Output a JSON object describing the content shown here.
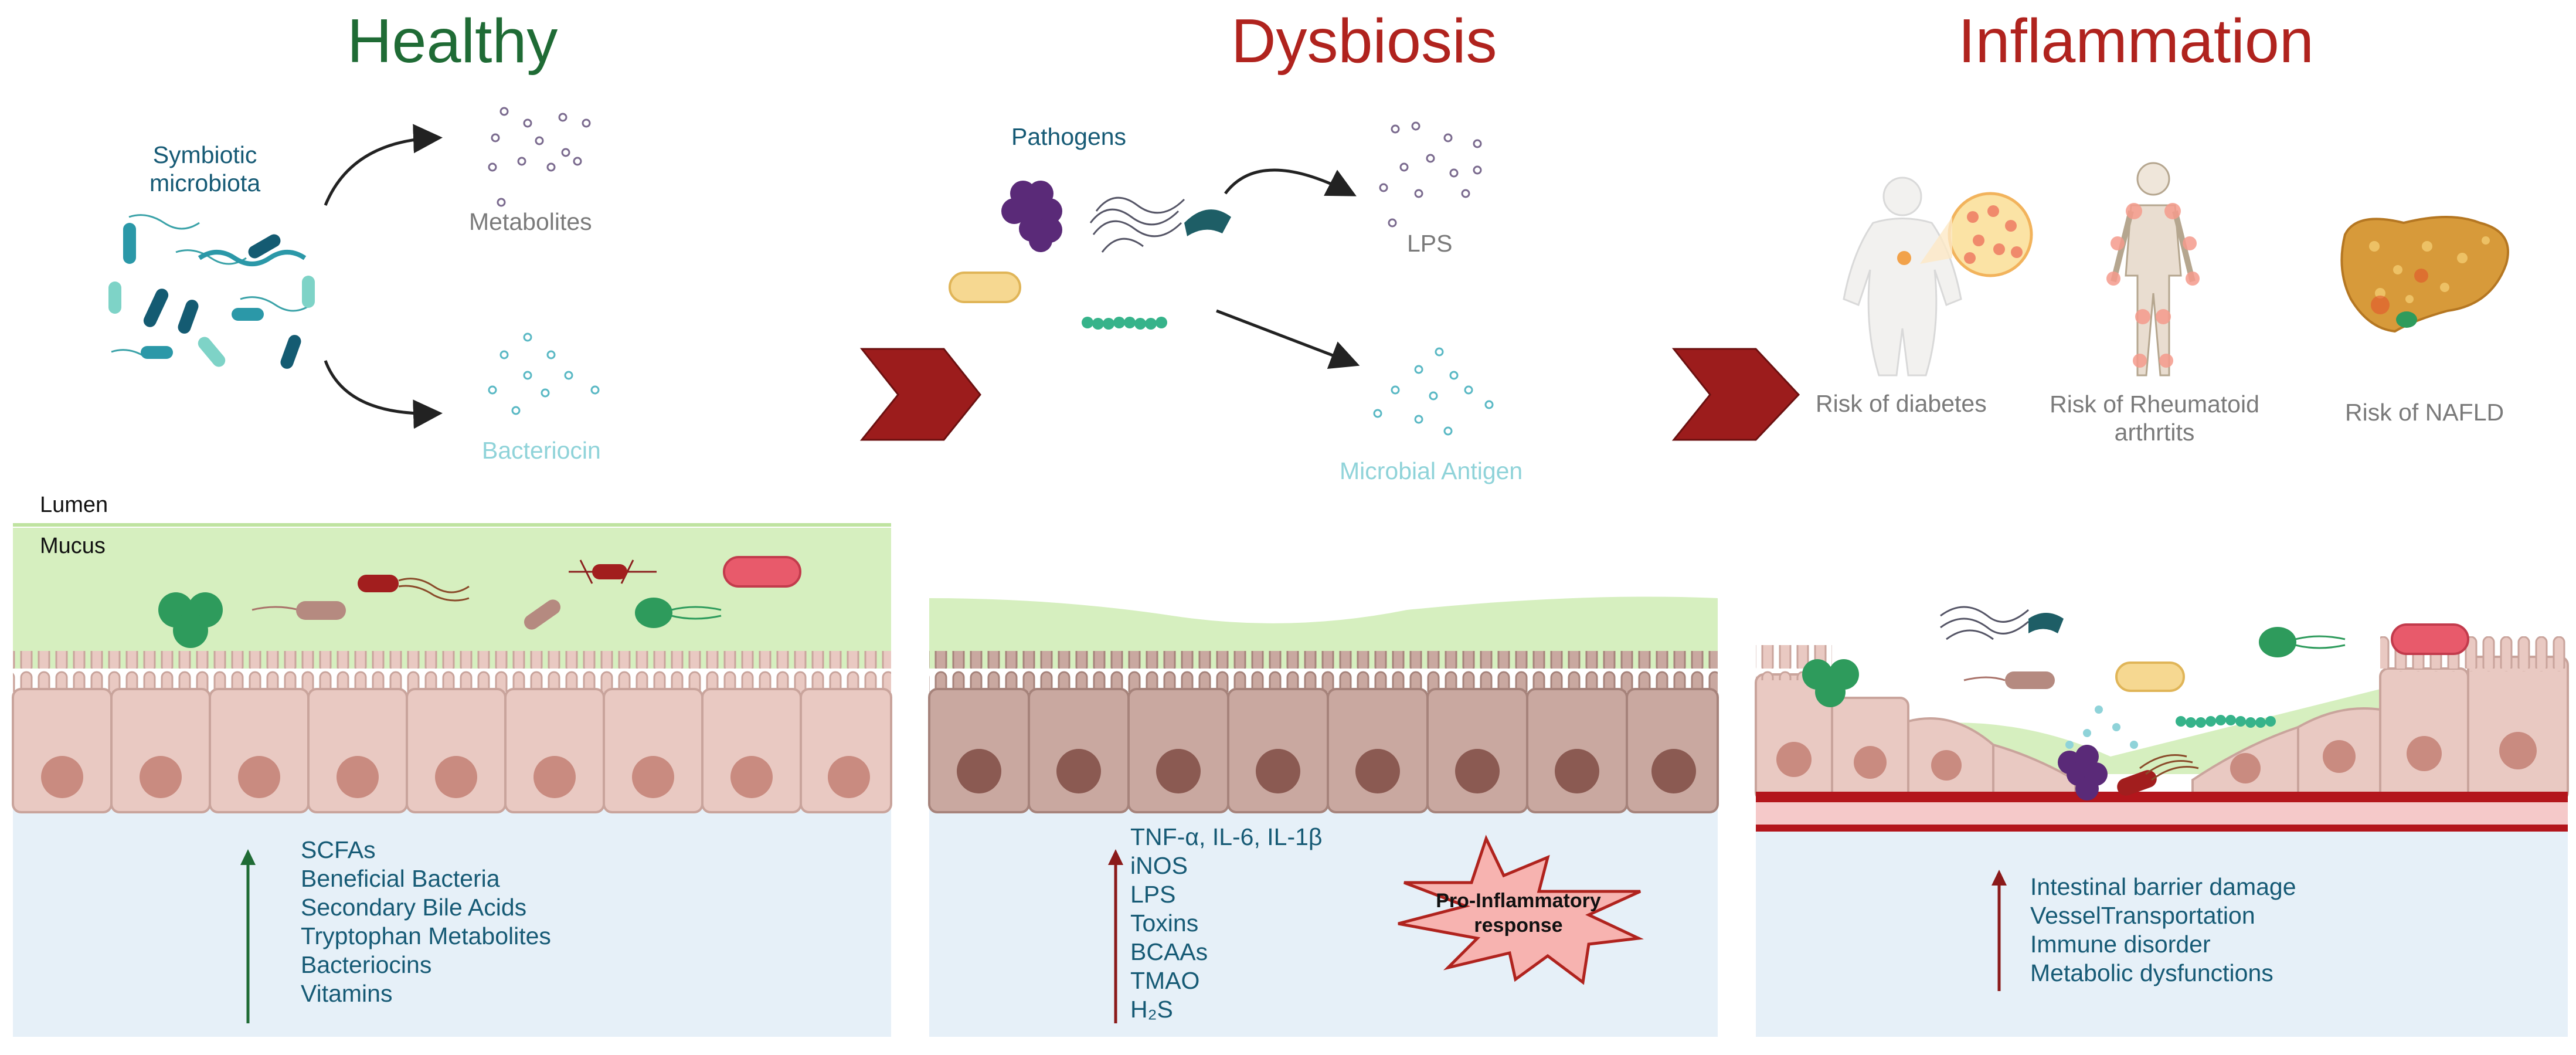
{
  "titles": {
    "healthy": "Healthy",
    "dysbiosis": "Dysbiosis",
    "inflammation": "Inflammation"
  },
  "colors": {
    "healthy": "#1f6b35",
    "disease": "#b0231e",
    "text_blue": "#165a75",
    "text_gray": "#7a7a7a",
    "text_cyan": "#8fd3d9",
    "mucus": "#cfe9b0",
    "cell": "#e9c9c2",
    "lamina": "#e6f0f8",
    "chevron": "#9c1c1c"
  },
  "healthy": {
    "source_label": "Symbiotic\nmicrobiota",
    "product_1": "Metabolites",
    "product_2": "Bacteriocin",
    "lumen_label": "Lumen",
    "mucus_label": "Mucus",
    "items": [
      "SCFAs",
      "Beneficial Bacteria",
      "Secondary Bile Acids",
      "Tryptophan Metabolites",
      "Bacteriocins",
      "Vitamins"
    ]
  },
  "dysbiosis": {
    "source_label": "Pathogens",
    "product_1": "LPS",
    "product_2": "Microbial Antigen",
    "items": [
      "TNF-α, IL-6, IL-1β",
      "iNOS",
      "LPS",
      "Toxins",
      "BCAAs",
      "TMAO",
      "H₂S"
    ],
    "burst_label": "Pro-Inflammatory\nresponse"
  },
  "inflammation": {
    "risks": [
      "Risk of diabetes",
      "Risk of Rheumatoid\narthrtits",
      "Risk of NAFLD"
    ],
    "items": [
      "Intestinal barrier damage",
      "VesselTransportation",
      "Immune disorder",
      "Metabolic dysfunctions"
    ]
  },
  "icons": [
    "microbiota-cluster",
    "metabolite-dots",
    "bacteriocin-dots",
    "pathogen-cluster",
    "lps-dots",
    "antigen-dots",
    "human-body-icon",
    "fat-cell-icon",
    "skeleton-icon",
    "liver-icon",
    "chevron-arrow",
    "up-arrow",
    "burst-icon",
    "blood-vessel"
  ]
}
